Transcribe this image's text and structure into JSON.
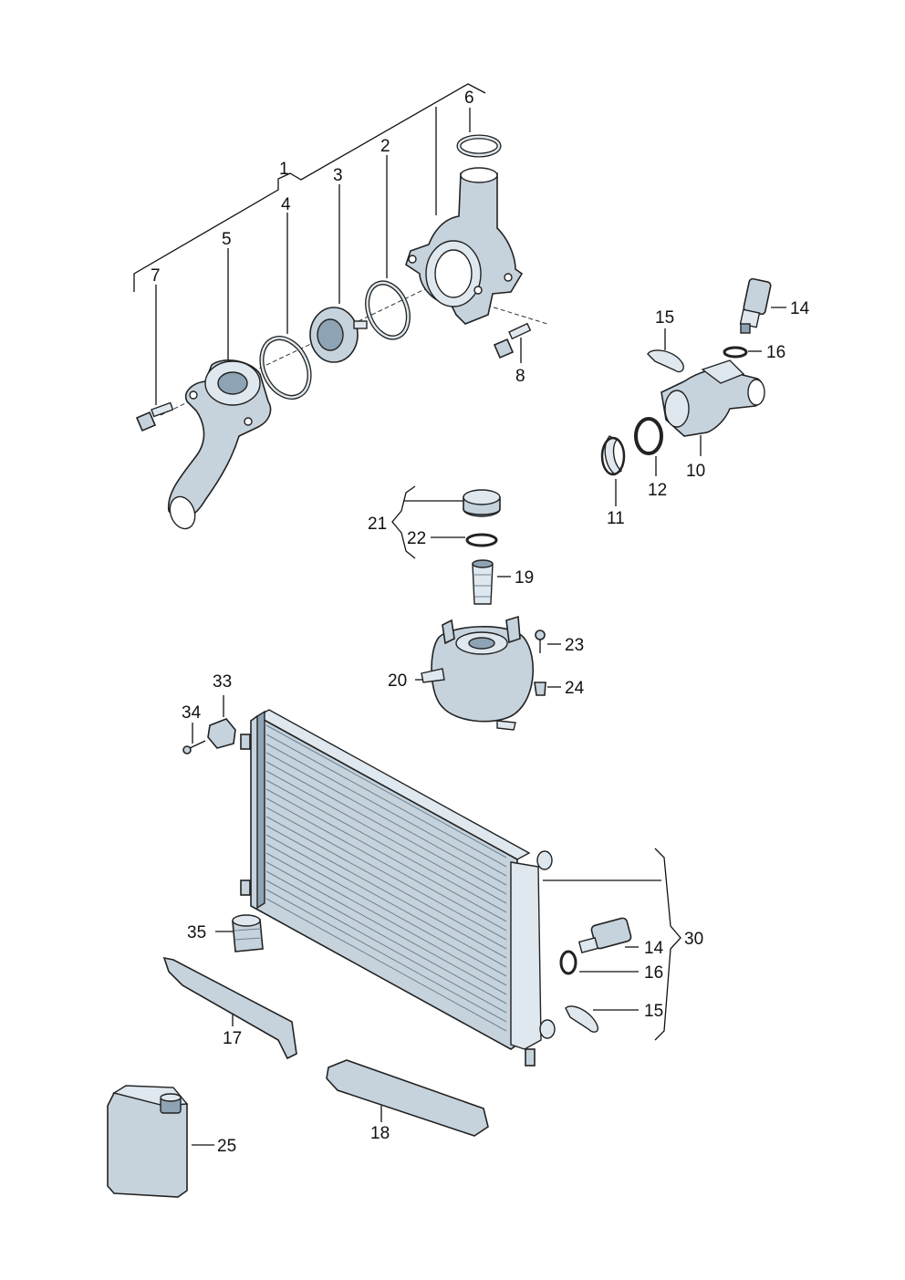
{
  "diagram": {
    "labels": {
      "p1": "1",
      "p2": "2",
      "p3": "3",
      "p4": "4",
      "p5": "5",
      "p6": "6",
      "p7": "7",
      "p8": "8",
      "p10": "10",
      "p11": "11",
      "p12": "12",
      "p14a": "14",
      "p15a": "15",
      "p16a": "16",
      "p17": "17",
      "p18": "18",
      "p19": "19",
      "p20": "20",
      "p21": "21",
      "p22": "22",
      "p23": "23",
      "p24": "24",
      "p25": "25",
      "p30": "30",
      "p33": "33",
      "p34": "34",
      "p35": "35",
      "p14b": "14",
      "p15b": "15",
      "p16b": "16"
    },
    "colors": {
      "part_fill": "#c6d3dd",
      "part_light": "#dfe8ef",
      "part_dark": "#8ea3b3",
      "line": "#111111"
    }
  }
}
